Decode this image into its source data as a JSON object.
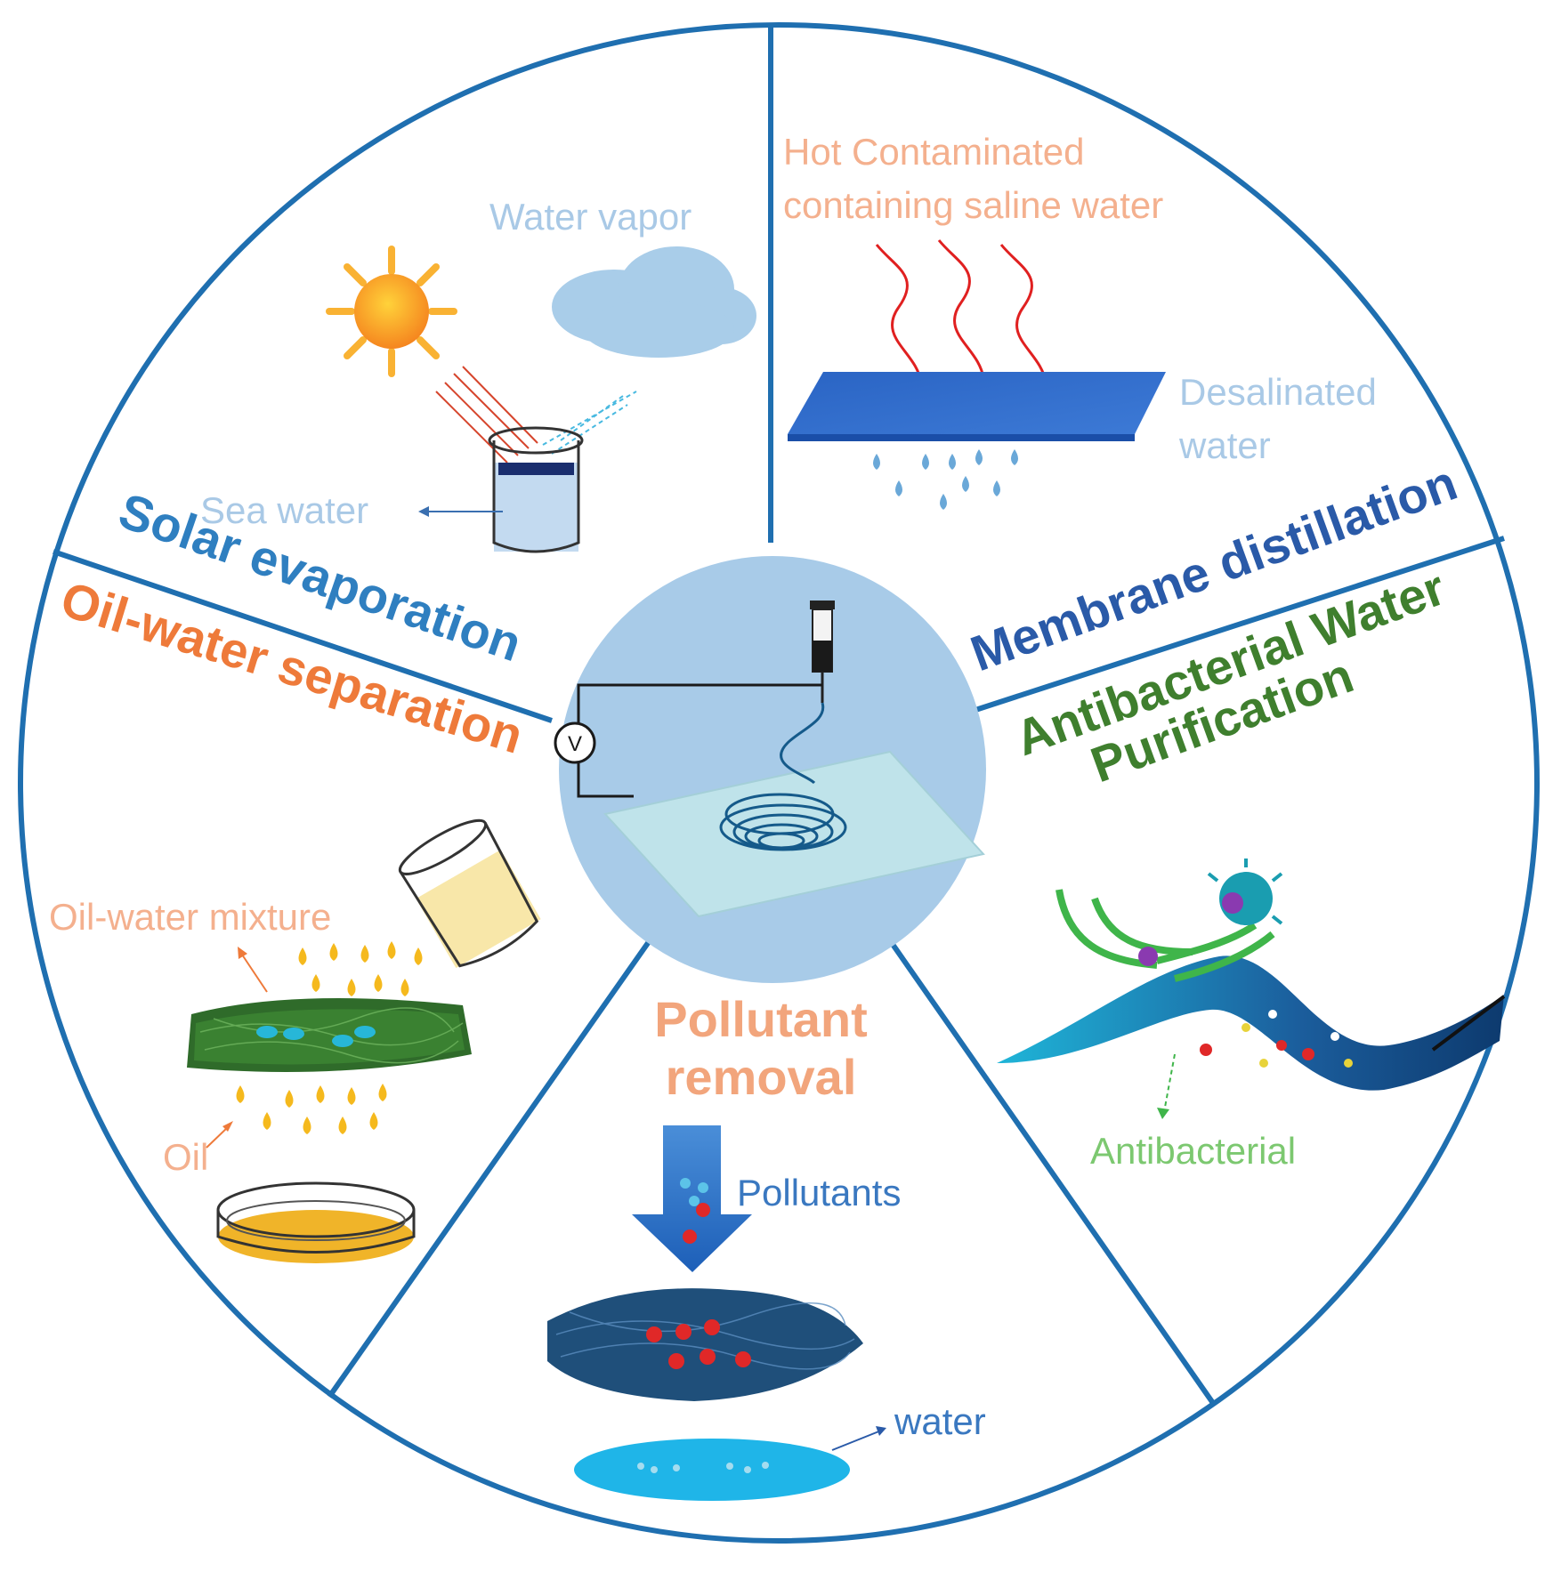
{
  "colors": {
    "ring": "#1f6fb0",
    "center_fill": "#a8cbe8",
    "solar_title": "#2f7fc0",
    "membrane_title": "#2a5aa8",
    "oil_title": "#ee7a3a",
    "antibac_title": "#3f7f2e",
    "pollutant_title": "#f2a57c",
    "light_blue_text": "#a9c9e6",
    "salmon_text": "#f4b08e",
    "blue_text": "#3a78c0",
    "green_text": "#7cc870"
  },
  "sectors": {
    "solar": {
      "title": "Solar evaporation",
      "water_vapor": "Water vapor",
      "sea_water": "Sea water"
    },
    "membrane": {
      "title": "Membrane distillation",
      "hot_line1": "Hot Contaminated",
      "hot_line2": "containing saline water",
      "desal_line1": "Desalinated",
      "desal_line2": "water"
    },
    "oil": {
      "title": "Oil-water separation",
      "mixture": "Oil-water mixture",
      "oil": "Oil"
    },
    "antibac": {
      "title_line1": "Antibacterial Water",
      "title_line2": "Purification",
      "label": "Antibacterial"
    },
    "pollutant": {
      "title_line1": "Pollutant",
      "title_line2": "removal",
      "pollutants": "Pollutants",
      "water": "water"
    }
  },
  "center": {
    "voltmeter": "V"
  }
}
